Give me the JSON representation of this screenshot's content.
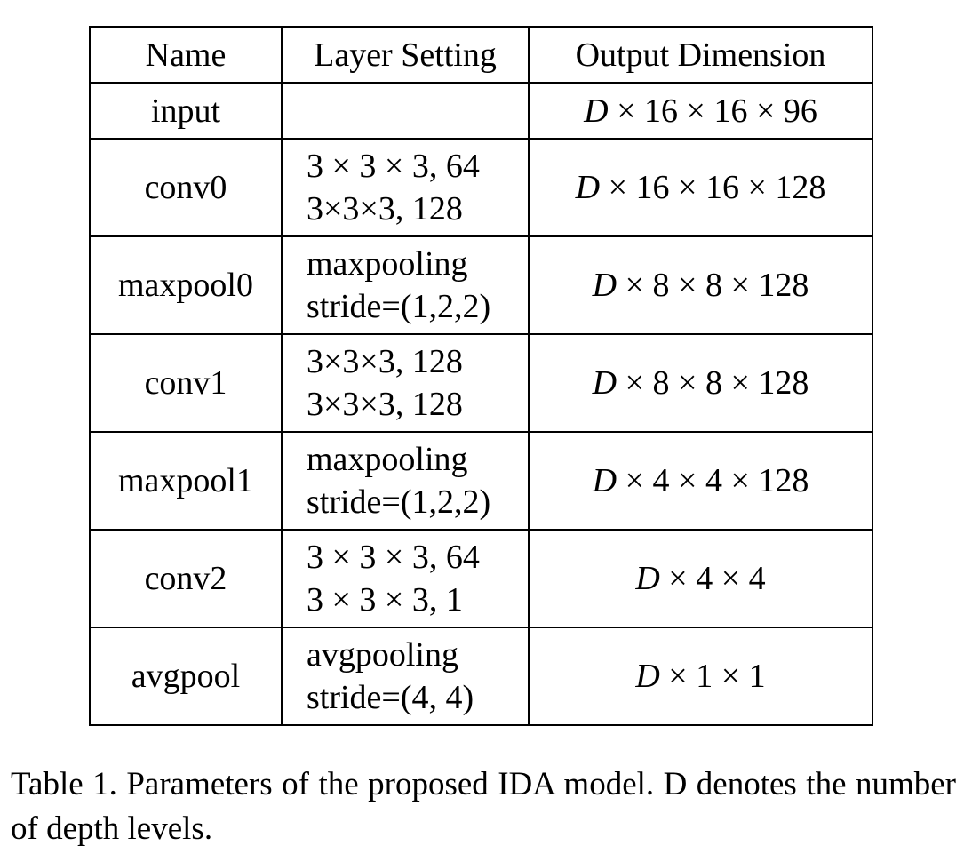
{
  "table": {
    "headers": [
      "Name",
      "Layer Setting",
      "Output Dimension"
    ],
    "rows": [
      {
        "name": "input",
        "layer": [],
        "output": "D × 16 × 16 × 96"
      },
      {
        "name": "conv0",
        "layer": [
          "3 × 3 × 3, 64",
          "3×3×3, 128"
        ],
        "output": "D × 16 × 16 × 128"
      },
      {
        "name": "maxpool0",
        "layer": [
          "maxpooling",
          "stride=(1,2,2)"
        ],
        "output": "D × 8 × 8 × 128"
      },
      {
        "name": "conv1",
        "layer": [
          "3×3×3, 128",
          "3×3×3, 128"
        ],
        "output": "D × 8 × 8 × 128"
      },
      {
        "name": "maxpool1",
        "layer": [
          "maxpooling",
          "stride=(1,2,2)"
        ],
        "output": "D × 4 × 4 × 128"
      },
      {
        "name": "conv2",
        "layer": [
          "3 × 3 × 3, 64",
          "3 × 3 × 3, 1"
        ],
        "output": "D × 4 × 4"
      },
      {
        "name": "avgpool",
        "layer": [
          "avgpooling",
          "stride=(4, 4)"
        ],
        "output": "D × 1 × 1"
      }
    ]
  },
  "caption": "Table 1. Parameters of the proposed IDA model.  D denotes the number of depth levels."
}
